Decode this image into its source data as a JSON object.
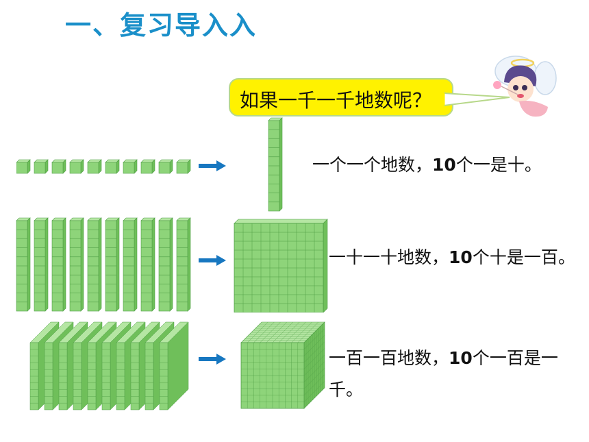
{
  "slide": {
    "title": "一、复习导入入",
    "bubble_text": "如果一千一千地数呢？"
  },
  "rows": [
    {
      "part1": "一个一个地数，",
      "num": "10",
      "part2": "个一是十。"
    },
    {
      "part1": "一十一十地数，",
      "num": "10",
      "part2": "个十是一百。"
    },
    {
      "part1": "一百一百地数，",
      "num": "10",
      "part2": "个一百是一千。"
    }
  ],
  "colors": {
    "title": "#1a8fc9",
    "cube": "#8ed47a",
    "arrow": "#1777c0",
    "bubble": "#fff200"
  },
  "icons": [
    "fairy-illustration",
    "arrow-right-icon",
    "unit-cube-icon",
    "ten-rod-icon",
    "hundred-flat-icon",
    "thousand-cube-icon"
  ]
}
